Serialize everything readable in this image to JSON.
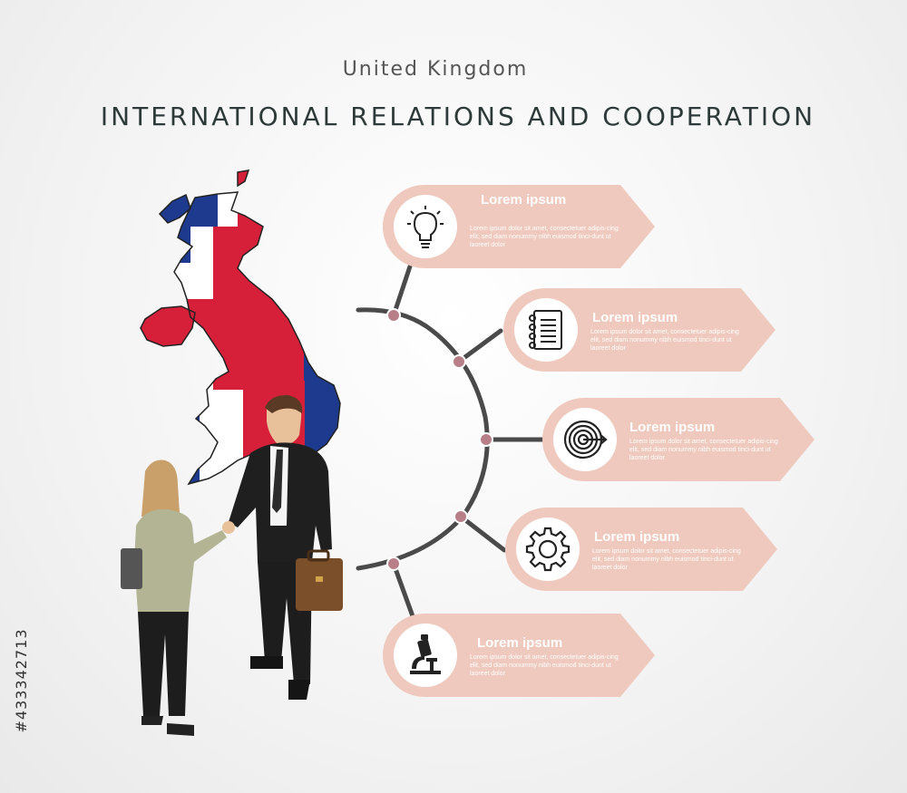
{
  "header": {
    "subtitle": "United Kingdom",
    "title": "INTERNATIONAL RELATIONS AND COOPERATION"
  },
  "watermark_id": "#433342713",
  "colors": {
    "card": "#efc9bd",
    "node": "#b97f88",
    "line": "#4a4a4a",
    "flag_red": "#d6203a",
    "flag_blue": "#1d3a8f"
  },
  "items": [
    {
      "icon": "lightbulb-icon",
      "title": "Lorem ipsum",
      "text": "Lorem ipsum dolor sit amet, consectetuer adipis-cing elit, sed diam nonummy nibh euismod tinci-dunt ut laoreet dolor"
    },
    {
      "icon": "notebook-icon",
      "title": "Lorem ipsum",
      "text": "Lorem ipsum dolor sit amet, consectetuer adipis-cing elit, sed diam nonummy nibh euismod tinci-dunt ut laoreet dolor"
    },
    {
      "icon": "target-icon",
      "title": "Lorem ipsum",
      "text": "Lorem ipsum dolor sit amet, consectetuer adipis-cing elit, sed diam nonummy nibh euismod tinci-dunt ut laoreet dolor"
    },
    {
      "icon": "gear-icon",
      "title": "Lorem ipsum",
      "text": "Lorem ipsum dolor sit amet, consectetuer adipis-cing elit, sed diam nonummy nibh euismod tinci-dunt ut laoreet dolor"
    },
    {
      "icon": "microscope-icon",
      "title": "Lorem ipsum",
      "text": "Lorem ipsum dolor sit amet, consectetuer adipis-cing elit, sed diam nonummy nibh euismod tinci-dunt ut laoreet dolor"
    }
  ]
}
